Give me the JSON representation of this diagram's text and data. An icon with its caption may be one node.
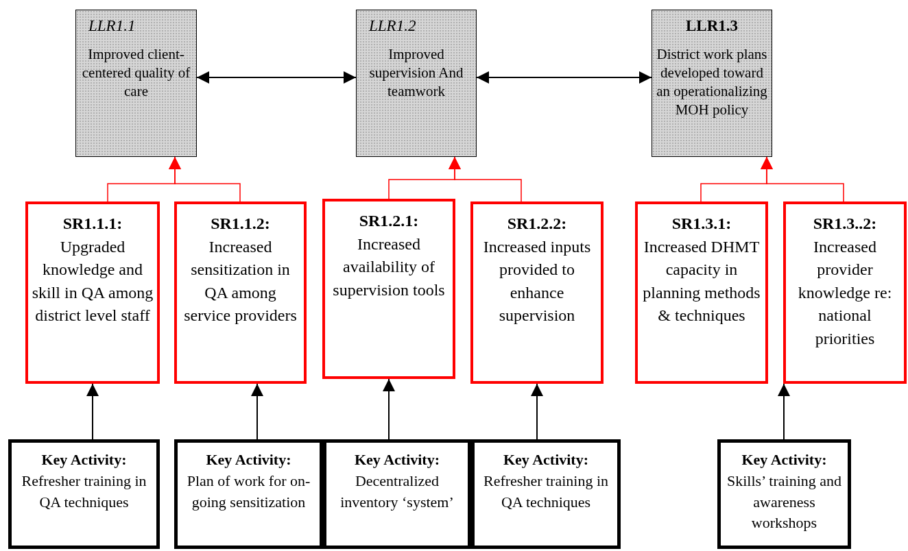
{
  "diagram": {
    "nodes": [
      {
        "text": [
          "LLR1.1",
          "Improved client-centered quality of care"
        ]
      },
      {
        "text": [
          "LLR1.2",
          "Improved supervision And teamwork"
        ]
      },
      {
        "text": [
          "LLR1.3",
          "District work plans developed toward an operationalizing MOH policy"
        ]
      },
      {
        "text": [
          "SR1.1.1:",
          "Upgraded knowledge and skill in QA among district level staff"
        ]
      },
      {
        "text": [
          "SR1.1.2:",
          "Increased sensitization in QA among service providers"
        ]
      },
      {
        "text": [
          "SR1.2.1:",
          "Increased availability of supervision tools"
        ]
      },
      {
        "text": [
          "SR1.2.2:",
          "Increased inputs provided to enhance supervision"
        ]
      },
      {
        "text": [
          "SR1.3.1:",
          "Increased DHMT capacity in planning methods & techniques"
        ]
      },
      {
        "text": [
          "SR1.3..2:",
          "Increased provider knowledge re: national priorities"
        ]
      },
      {
        "text": [
          "Key Activity:",
          "Refresher training in QA techniques"
        ]
      },
      {
        "text": [
          "Key Activity:",
          "Plan of work for on-going sensitization"
        ]
      },
      {
        "text": [
          "Key Activity:",
          "Decentralized inventory ‘system’"
        ]
      },
      {
        "text": [
          "Key Activity:",
          "Refresher training in QA techniques"
        ]
      },
      {
        "text": [
          "Key Activity:",
          "Skills’ training and awareness workshops"
        ]
      }
    ],
    "edges": [
      {
        "from": 0,
        "to": 1,
        "arrow": "both"
      },
      {
        "from": 1,
        "to": 2,
        "arrow": "both"
      },
      {
        "from": 3,
        "to": 0,
        "arrow": "to",
        "color": "#ff0000"
      },
      {
        "from": 4,
        "to": 0,
        "arrow": "to",
        "color": "#ff0000"
      },
      {
        "from": 5,
        "to": 1,
        "arrow": "to",
        "color": "#ff0000"
      },
      {
        "from": 6,
        "to": 1,
        "arrow": "to",
        "color": "#ff0000"
      },
      {
        "from": 7,
        "to": 2,
        "arrow": "to",
        "color": "#ff0000"
      },
      {
        "from": 8,
        "to": 2,
        "arrow": "to",
        "color": "#ff0000"
      },
      {
        "from": 9,
        "to": 3,
        "arrow": "to"
      },
      {
        "from": 10,
        "to": 4,
        "arrow": "to"
      },
      {
        "from": 11,
        "to": 5,
        "arrow": "to"
      },
      {
        "from": 12,
        "to": 6,
        "arrow": "to"
      },
      {
        "from": 13,
        "to": 8,
        "arrow": "to"
      }
    ]
  }
}
